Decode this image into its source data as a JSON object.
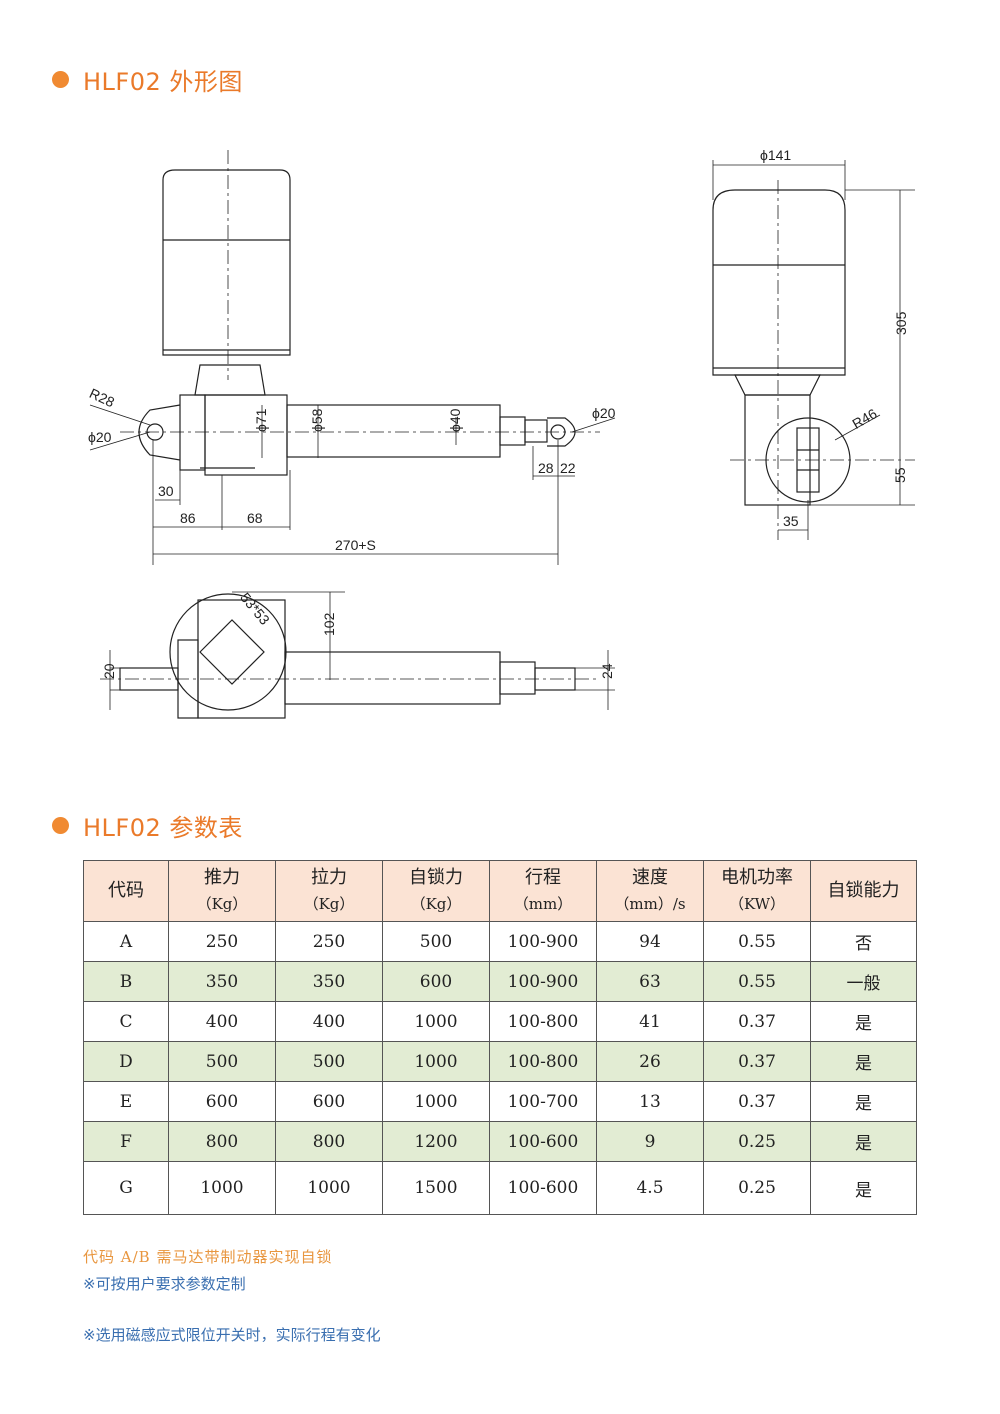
{
  "section1": {
    "title": "HLF02 外形图"
  },
  "section2": {
    "title": "HLF02 参数表"
  },
  "drawing": {
    "dims": {
      "r28": "R28",
      "phi20_left": "ϕ20",
      "phi71": "ϕ71",
      "phi58": "ϕ58",
      "phi40": "ϕ40",
      "phi20_right": "ϕ20",
      "d28": "28",
      "d22": "22",
      "d30": "30",
      "d86": "86",
      "d68": "68",
      "d270s": "270+S",
      "phi141": "ϕ141",
      "d305": "305",
      "r46": "R46",
      "d55": "55",
      "d35": "35",
      "d102": "102",
      "d53x53": "53*53",
      "d20": "20",
      "d24": "24"
    }
  },
  "table": {
    "headers": [
      {
        "main": "代码",
        "unit": ""
      },
      {
        "main": "推力",
        "unit": "（Kg）"
      },
      {
        "main": "拉力",
        "unit": "（Kg）"
      },
      {
        "main": "自锁力",
        "unit": "（Kg）"
      },
      {
        "main": "行程",
        "unit": "（mm）"
      },
      {
        "main": "速度",
        "unit": "（mm）/s"
      },
      {
        "main": "电机功率",
        "unit": "（KW）"
      },
      {
        "main": "自锁能力",
        "unit": ""
      }
    ],
    "rows": [
      [
        "A",
        "250",
        "250",
        "500",
        "100-900",
        "94",
        "0.55",
        "否"
      ],
      [
        "B",
        "350",
        "350",
        "600",
        "100-900",
        "63",
        "0.55",
        "一般"
      ],
      [
        "C",
        "400",
        "400",
        "1000",
        "100-800",
        "41",
        "0.37",
        "是"
      ],
      [
        "D",
        "500",
        "500",
        "1000",
        "100-800",
        "26",
        "0.37",
        "是"
      ],
      [
        "E",
        "600",
        "600",
        "1000",
        "100-700",
        "13",
        "0.37",
        "是"
      ],
      [
        "F",
        "800",
        "800",
        "1200",
        "100-600",
        "9",
        "0.25",
        "是"
      ],
      [
        "G",
        "1000",
        "1000",
        "1500",
        "100-600",
        "4.5",
        "0.25",
        "是"
      ]
    ]
  },
  "notes": {
    "note1": "代码 A/B 需马达带制动器实现自锁",
    "note2": "※可按用户要求参数定制",
    "note3": "※选用磁感应式限位开关时，实际行程有变化"
  },
  "colors": {
    "accent": "#f08a32",
    "header_bg": "#fbe3d4",
    "alt_row_bg": "#e2ecd3",
    "note_blue": "#3a6fb0"
  }
}
